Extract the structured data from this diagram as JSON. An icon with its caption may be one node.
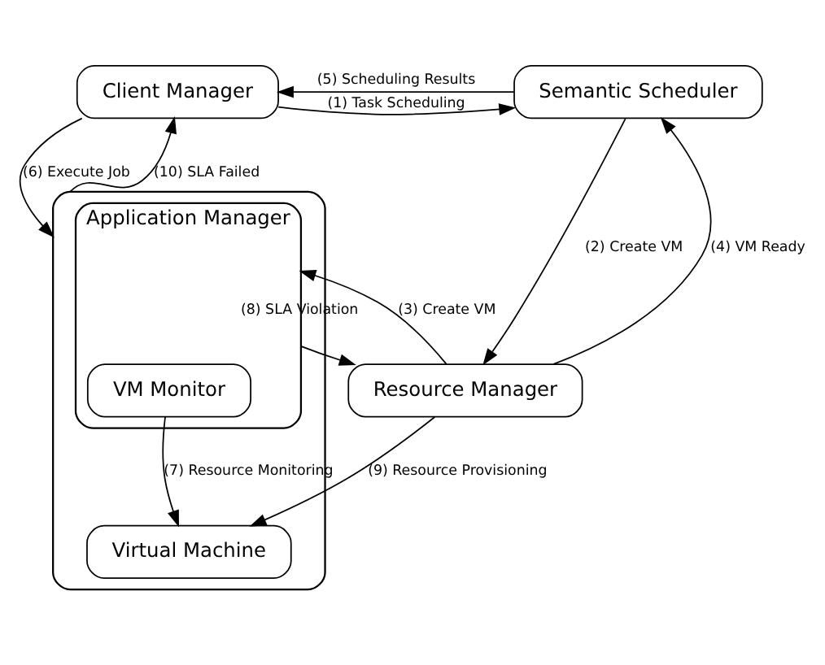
{
  "diagram": {
    "nodes": [
      {
        "text": [
          "Client Manager"
        ]
      },
      {
        "text": [
          "Semantic Scheduler"
        ]
      },
      {
        "text": [],
        "shape": "box"
      },
      {
        "text": [
          "Application Manager"
        ],
        "in": 2
      },
      {
        "text": [
          "VM Monitor"
        ],
        "in": 3
      },
      {
        "text": [
          "Resource Manager"
        ]
      },
      {
        "text": [
          "Virtual Machine"
        ],
        "in": 2
      }
    ],
    "edges": [
      {
        "from": 0,
        "to": 1,
        "arrow": "to",
        "label": "(1) Task Scheduling"
      },
      {
        "from": 1,
        "to": 5,
        "arrow": "to",
        "label": "(2) Create VM"
      },
      {
        "from": 5,
        "to": 3,
        "arrow": "to",
        "label": "(3) Create VM"
      },
      {
        "from": 5,
        "to": 1,
        "arrow": "to",
        "label": "(4) VM Ready"
      },
      {
        "from": 1,
        "to": 0,
        "arrow": "to",
        "label": "(5) Scheduling Results"
      },
      {
        "from": 0,
        "to": 2,
        "arrow": "to",
        "label": "(6) Execute Job"
      },
      {
        "from": 4,
        "to": 6,
        "arrow": "to",
        "label": "(7) Resource Monitoring"
      },
      {
        "from": 3,
        "to": 5,
        "arrow": "to",
        "label": "(8) SLA Violation"
      },
      {
        "from": 5,
        "to": 6,
        "arrow": "to",
        "label": "(9) Resource Provisioning"
      },
      {
        "from": 2,
        "to": 0,
        "arrow": "to",
        "label": "(10) SLA Failed"
      }
    ]
  }
}
